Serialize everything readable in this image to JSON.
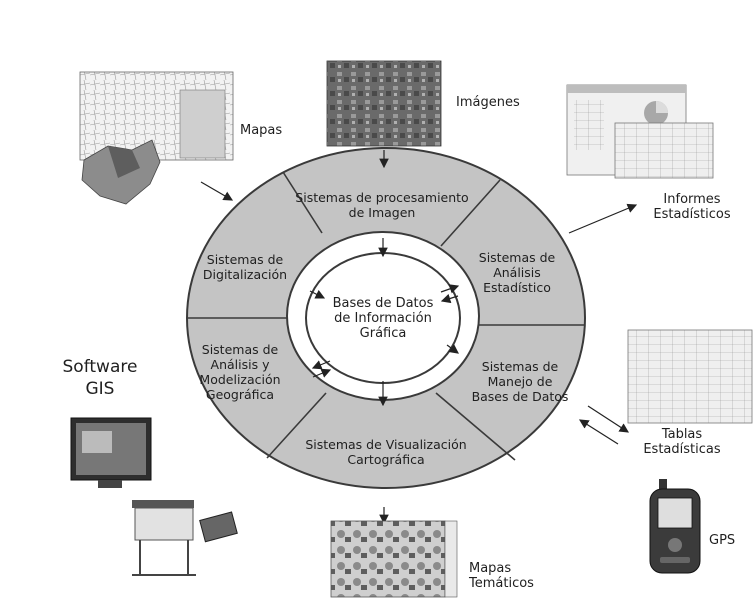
{
  "diagram": {
    "center": {
      "lines": [
        "Bases de Datos",
        "de Información",
        "Gráfica"
      ]
    },
    "sectors": {
      "procesamiento": {
        "lines": [
          "Sistemas de procesamiento",
          "de Imagen"
        ]
      },
      "digitalizacion": {
        "lines": [
          "Sistemas de",
          "Digitalización"
        ]
      },
      "analisis_estadistico": {
        "lines": [
          "Sistemas de",
          "Análisis",
          "Estadístico"
        ]
      },
      "modelizacion": {
        "lines": [
          "Sistemas de",
          "Análisis y",
          "Modelización",
          "Geográfica"
        ]
      },
      "manejo_bd": {
        "lines": [
          "Sistemas de",
          "Manejo de",
          "Bases de Datos"
        ]
      },
      "visualizacion": {
        "lines": [
          "Sistemas de Visualización",
          "Cartográfica"
        ]
      }
    },
    "external": {
      "mapas": {
        "lines": [
          "Mapas"
        ]
      },
      "imagenes": {
        "lines": [
          "Imágenes"
        ]
      },
      "informes": {
        "lines": [
          "Informes",
          "Estadísticos"
        ]
      },
      "tablas": {
        "lines": [
          "Tablas",
          "Estadísticas"
        ]
      },
      "gps": {
        "lines": [
          "GPS"
        ]
      },
      "software": {
        "lines": [
          "Software",
          "GIS"
        ]
      },
      "mapas_tematicos": {
        "lines": [
          "Mapas",
          "Temáticos"
        ]
      }
    }
  },
  "colors": {
    "ring": "#c4c4c4",
    "outline": "#3a3a3a",
    "background": "#ffffff",
    "text": "#1f1f1f"
  }
}
